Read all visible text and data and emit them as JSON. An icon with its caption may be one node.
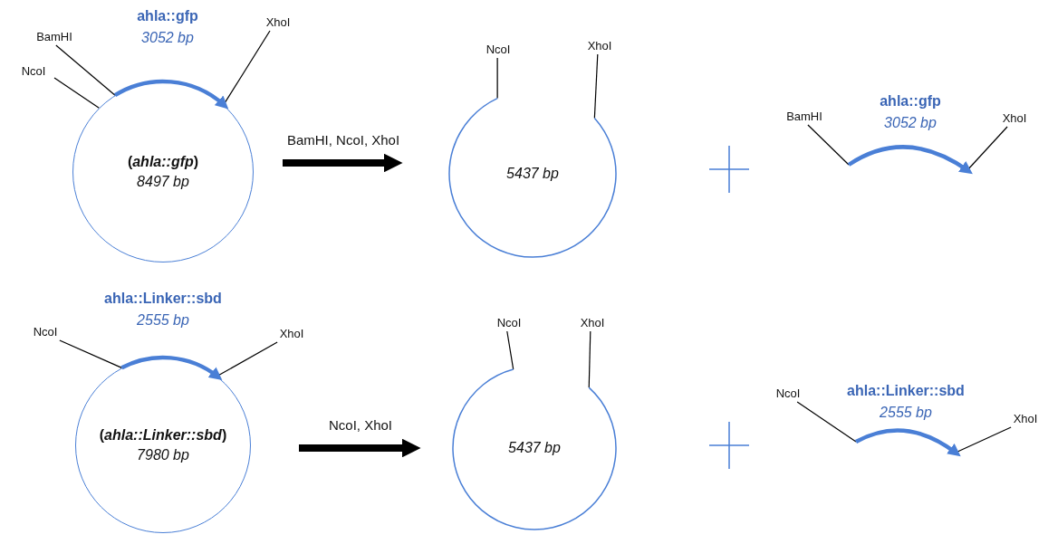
{
  "diagram": {
    "nodes": [
      {
        "text": [
          "ahla::gfp",
          "3052 bp"
        ]
      },
      {
        "text": [
          "BamHI"
        ]
      },
      {
        "text": [
          "XhoI"
        ]
      },
      {
        "text": [
          "NcoI"
        ]
      },
      {
        "text": [
          "(*ahla::gfp*)",
          "8497 bp"
        ]
      },
      {
        "text": [
          "NcoI"
        ]
      },
      {
        "text": [
          "XhoI"
        ]
      },
      {
        "text": [
          "5437 bp"
        ]
      },
      {
        "text": [
          "BamHI"
        ]
      },
      {
        "text": [
          "ahla::gfp",
          "3052 bp"
        ]
      },
      {
        "text": [
          "XhoI"
        ]
      },
      {
        "text": [
          "ahla::Linker::sbd",
          "2555 bp"
        ]
      },
      {
        "text": [
          "NcoI"
        ]
      },
      {
        "text": [
          "XhoI"
        ]
      },
      {
        "text": [
          "(*ahla::Linker::sbd*)",
          "7980 bp"
        ]
      },
      {
        "text": [
          "NcoI"
        ]
      },
      {
        "text": [
          "XhoI"
        ]
      },
      {
        "text": [
          "5437 bp"
        ]
      },
      {
        "text": [
          "ahla::Linker::sbd",
          "2555 bp"
        ]
      },
      {
        "text": [
          "NcoI"
        ]
      },
      {
        "text": [
          "XhoI"
        ]
      }
    ],
    "edges": [
      {
        "from": 1,
        "to": 4,
        "arrow": "none"
      },
      {
        "from": 2,
        "to": 4,
        "arrow": "none"
      },
      {
        "from": 3,
        "to": 4,
        "arrow": "none"
      },
      {
        "from": 4,
        "to": 7,
        "arrow": "to",
        "label": "BamHI, NcoI, XhoI",
        "style": "thick"
      },
      {
        "from": 5,
        "to": 7,
        "arrow": "none"
      },
      {
        "from": 6,
        "to": 7,
        "arrow": "none"
      },
      {
        "from": 8,
        "to": 9,
        "arrow": "none"
      },
      {
        "from": 10,
        "to": 9,
        "arrow": "none"
      },
      {
        "from": 12,
        "to": 14,
        "arrow": "none"
      },
      {
        "from": 13,
        "to": 14,
        "arrow": "none"
      },
      {
        "from": 14,
        "to": 17,
        "arrow": "to",
        "label": "NcoI, XhoI",
        "style": "thick"
      },
      {
        "from": 15,
        "to": 17,
        "arrow": "none"
      },
      {
        "from": 16,
        "to": 17,
        "arrow": "none"
      },
      {
        "from": 19,
        "to": 18,
        "arrow": "none"
      },
      {
        "from": 20,
        "to": 18,
        "arrow": "none"
      }
    ]
  }
}
